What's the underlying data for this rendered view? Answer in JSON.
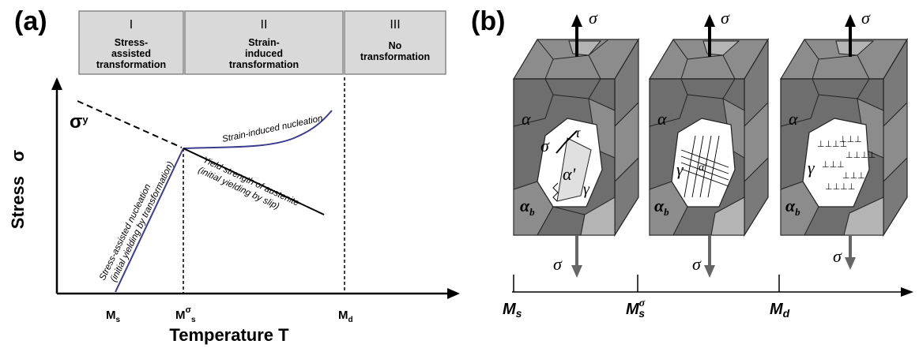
{
  "panel_a": {
    "panel_label": "(a)",
    "regions": [
      {
        "roman": "I",
        "line1": "Stress-",
        "line2": "assisted",
        "line3": "transformation"
      },
      {
        "roman": "II",
        "line1": "Strain-",
        "line2": "induced",
        "line3": "transformation"
      },
      {
        "roman": "III",
        "line1": "No",
        "line2": "transformation",
        "line3": ""
      }
    ],
    "ylabel": "Stress",
    "ylabel_symbol": "σ",
    "xlabel": "Temperature T",
    "sigma_y": "σ",
    "sigma_y_sub": "y",
    "ticks": {
      "ms": "M",
      "ms_sub": "s",
      "msigma": "M",
      "msigma_sup": "σ",
      "msigma_sub": "s",
      "md": "M",
      "md_sub": "d"
    },
    "curve_labels": {
      "strain_induced": "Strain-induced nucleation",
      "yield_line1": "Yield strength of austenite",
      "yield_line2": "(initial yielding by slip)",
      "stress_assisted_line1": "Stress-assisted nucleation",
      "stress_assisted_line2": "(initial yielding by transformation)"
    },
    "colors": {
      "curve": "#3b3b8f",
      "region_fill": "#d9d9d9",
      "axis": "#000000"
    }
  },
  "panel_b": {
    "panel_label": "(b)",
    "sigma": "σ",
    "tau": "τ",
    "alpha": "α",
    "alpha_b": "α",
    "alpha_b_sub": "b",
    "alpha_prime": "α'",
    "gamma": "γ",
    "ticks": {
      "ms": "M",
      "ms_sub": "s",
      "msigma": "M",
      "msigma_sup": "σ",
      "msigma_sub": "s",
      "md": "M",
      "md_sub": "d"
    },
    "colors": {
      "grain_dark": "#6e6e6e",
      "grain_mid": "#8c8c8c",
      "grain_light": "#b4b4b4",
      "white": "#ffffff"
    }
  }
}
